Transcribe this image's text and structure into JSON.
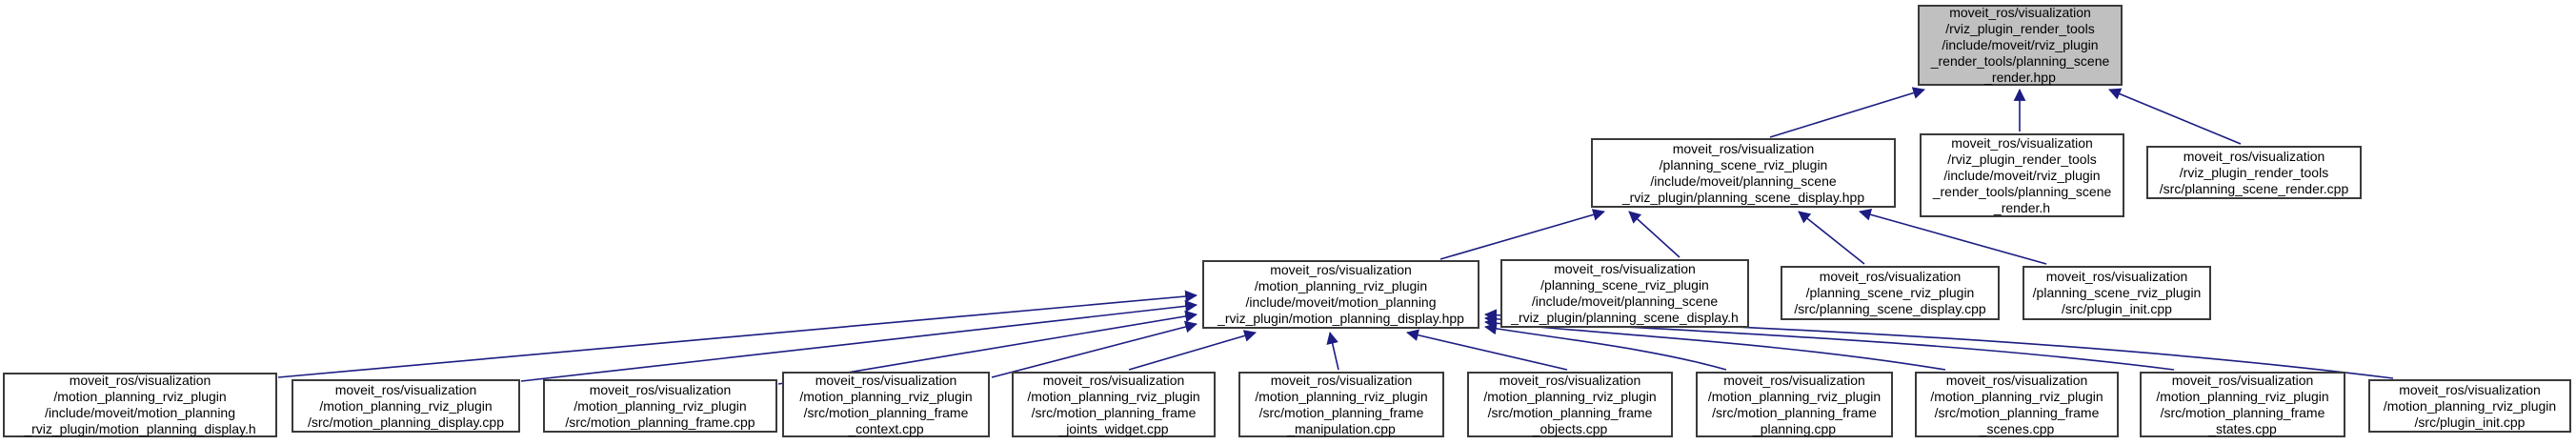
{
  "diagram": {
    "type": "include-dependency-graph",
    "direction": "dependents point upward to the file they include",
    "colors": {
      "edge": "#1c1c82",
      "node_border": "#3a3a3a",
      "node_fill": "#ffffff",
      "root_fill": "#c0c0c0",
      "text": "#000000",
      "background": "#ffffff"
    }
  },
  "nodes": [
    {
      "id": "planning_scene_render_hpp",
      "role": "root",
      "lines": [
        "moveit_ros/visualization",
        "/rviz_plugin_render_tools",
        "/include/moveit/rviz_plugin",
        "_render_tools/planning_scene",
        "_render.hpp"
      ]
    },
    {
      "id": "planning_scene_display_hpp",
      "role": "header",
      "lines": [
        "moveit_ros/visualization",
        "/planning_scene_rviz_plugin",
        "/include/moveit/planning_scene",
        "_rviz_plugin/planning_scene_display.hpp"
      ]
    },
    {
      "id": "planning_scene_render_h",
      "role": "header",
      "lines": [
        "moveit_ros/visualization",
        "/rviz_plugin_render_tools",
        "/include/moveit/rviz_plugin",
        "_render_tools/planning_scene",
        "_render.h"
      ]
    },
    {
      "id": "planning_scene_render_cpp",
      "role": "source",
      "lines": [
        "moveit_ros/visualization",
        "/rviz_plugin_render_tools",
        "/src/planning_scene_render.cpp"
      ]
    },
    {
      "id": "motion_planning_display_hpp",
      "role": "header",
      "lines": [
        "moveit_ros/visualization",
        "/motion_planning_rviz_plugin",
        "/include/moveit/motion_planning",
        "_rviz_plugin/motion_planning_display.hpp"
      ]
    },
    {
      "id": "planning_scene_display_h",
      "role": "header",
      "lines": [
        "moveit_ros/visualization",
        "/planning_scene_rviz_plugin",
        "/include/moveit/planning_scene",
        "_rviz_plugin/planning_scene_display.h"
      ]
    },
    {
      "id": "planning_scene_display_cpp",
      "role": "source",
      "lines": [
        "moveit_ros/visualization",
        "/planning_scene_rviz_plugin",
        "/src/planning_scene_display.cpp"
      ]
    },
    {
      "id": "planning_scene_plugin_init_cpp",
      "role": "source",
      "lines": [
        "moveit_ros/visualization",
        "/planning_scene_rviz_plugin",
        "/src/plugin_init.cpp"
      ]
    },
    {
      "id": "motion_planning_display_h",
      "role": "header",
      "lines": [
        "moveit_ros/visualization",
        "/motion_planning_rviz_plugin",
        "/include/moveit/motion_planning",
        "_rviz_plugin/motion_planning_display.h"
      ]
    },
    {
      "id": "motion_planning_display_cpp",
      "role": "source",
      "lines": [
        "moveit_ros/visualization",
        "/motion_planning_rviz_plugin",
        "/src/motion_planning_display.cpp"
      ]
    },
    {
      "id": "motion_planning_frame_cpp",
      "role": "source",
      "lines": [
        "moveit_ros/visualization",
        "/motion_planning_rviz_plugin",
        "/src/motion_planning_frame.cpp"
      ]
    },
    {
      "id": "motion_planning_frame_context_cpp",
      "role": "source",
      "lines": [
        "moveit_ros/visualization",
        "/motion_planning_rviz_plugin",
        "/src/motion_planning_frame",
        "_context.cpp"
      ]
    },
    {
      "id": "motion_planning_frame_joints_widget_cpp",
      "role": "source",
      "lines": [
        "moveit_ros/visualization",
        "/motion_planning_rviz_plugin",
        "/src/motion_planning_frame",
        "_joints_widget.cpp"
      ]
    },
    {
      "id": "motion_planning_frame_manipulation_cpp",
      "role": "source",
      "lines": [
        "moveit_ros/visualization",
        "/motion_planning_rviz_plugin",
        "/src/motion_planning_frame",
        "_manipulation.cpp"
      ]
    },
    {
      "id": "motion_planning_frame_objects_cpp",
      "role": "source",
      "lines": [
        "moveit_ros/visualization",
        "/motion_planning_rviz_plugin",
        "/src/motion_planning_frame",
        "_objects.cpp"
      ]
    },
    {
      "id": "motion_planning_frame_planning_cpp",
      "role": "source",
      "lines": [
        "moveit_ros/visualization",
        "/motion_planning_rviz_plugin",
        "/src/motion_planning_frame",
        "_planning.cpp"
      ]
    },
    {
      "id": "motion_planning_frame_scenes_cpp",
      "role": "source",
      "lines": [
        "moveit_ros/visualization",
        "/motion_planning_rviz_plugin",
        "/src/motion_planning_frame",
        "_scenes.cpp"
      ]
    },
    {
      "id": "motion_planning_frame_states_cpp",
      "role": "source",
      "lines": [
        "moveit_ros/visualization",
        "/motion_planning_rviz_plugin",
        "/src/motion_planning_frame",
        "_states.cpp"
      ]
    },
    {
      "id": "motion_planning_plugin_init_cpp",
      "role": "source",
      "lines": [
        "moveit_ros/visualization",
        "/motion_planning_rviz_plugin",
        "/src/plugin_init.cpp"
      ]
    }
  ],
  "edges": [
    {
      "from": "planning_scene_display_hpp",
      "to": "planning_scene_render_hpp"
    },
    {
      "from": "planning_scene_render_h",
      "to": "planning_scene_render_hpp"
    },
    {
      "from": "planning_scene_render_cpp",
      "to": "planning_scene_render_hpp"
    },
    {
      "from": "motion_planning_display_hpp",
      "to": "planning_scene_display_hpp"
    },
    {
      "from": "planning_scene_display_h",
      "to": "planning_scene_display_hpp"
    },
    {
      "from": "planning_scene_display_cpp",
      "to": "planning_scene_display_hpp"
    },
    {
      "from": "planning_scene_plugin_init_cpp",
      "to": "planning_scene_display_hpp"
    },
    {
      "from": "motion_planning_display_h",
      "to": "motion_planning_display_hpp"
    },
    {
      "from": "motion_planning_display_cpp",
      "to": "motion_planning_display_hpp"
    },
    {
      "from": "motion_planning_frame_cpp",
      "to": "motion_planning_display_hpp"
    },
    {
      "from": "motion_planning_frame_context_cpp",
      "to": "motion_planning_display_hpp"
    },
    {
      "from": "motion_planning_frame_joints_widget_cpp",
      "to": "motion_planning_display_hpp"
    },
    {
      "from": "motion_planning_frame_manipulation_cpp",
      "to": "motion_planning_display_hpp"
    },
    {
      "from": "motion_planning_frame_objects_cpp",
      "to": "motion_planning_display_hpp"
    },
    {
      "from": "motion_planning_frame_planning_cpp",
      "to": "motion_planning_display_hpp"
    },
    {
      "from": "motion_planning_frame_scenes_cpp",
      "to": "motion_planning_display_hpp"
    },
    {
      "from": "motion_planning_frame_states_cpp",
      "to": "motion_planning_display_hpp"
    },
    {
      "from": "motion_planning_plugin_init_cpp",
      "to": "motion_planning_display_hpp"
    }
  ]
}
